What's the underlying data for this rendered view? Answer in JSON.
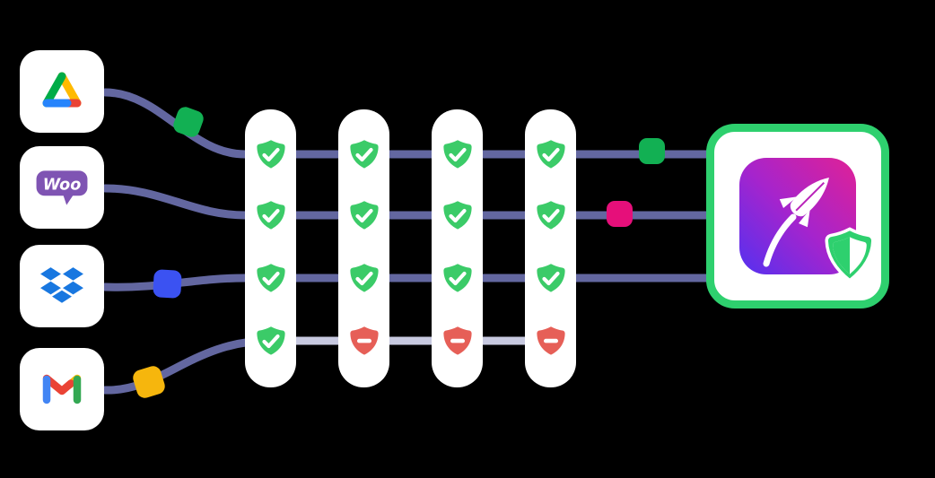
{
  "diagram": {
    "sources": [
      {
        "name": "google-drive",
        "icon": "google-drive-icon"
      },
      {
        "name": "woocommerce",
        "icon": "woocommerce-icon",
        "label": "Woo"
      },
      {
        "name": "dropbox",
        "icon": "dropbox-icon"
      },
      {
        "name": "gmail",
        "icon": "gmail-icon"
      }
    ],
    "filter_columns": [
      {
        "results": [
          "pass",
          "pass",
          "pass",
          "pass"
        ]
      },
      {
        "results": [
          "pass",
          "pass",
          "pass",
          "blocked"
        ]
      },
      {
        "results": [
          "pass",
          "pass",
          "pass",
          "blocked"
        ]
      },
      {
        "results": [
          "pass",
          "pass",
          "pass",
          "blocked"
        ]
      }
    ],
    "markers": [
      {
        "name": "packet-drive-green",
        "color": "#12b053"
      },
      {
        "name": "packet-dropbox-blue",
        "color": "#3b52f2"
      },
      {
        "name": "packet-gmail-yellow",
        "color": "#f6b60d"
      },
      {
        "name": "packet-inbound-green",
        "color": "#12b053"
      },
      {
        "name": "packet-inbound-pink",
        "color": "#e60f7a"
      }
    ],
    "colors": {
      "line_active": "#6367a0",
      "line_blocked": "#c7c9e0",
      "shield_pass": "#3bcb68",
      "shield_blocked": "#e65f57",
      "shield_glyph": "#ffffff",
      "destination_border": "#2ed06e",
      "destination_gradient_start": "#5431f0",
      "destination_gradient_mid": "#a524cd",
      "destination_gradient_end": "#e02196",
      "rocket_white": "#ffffff",
      "rocket_slit": "#b822b8"
    },
    "brand_colors": {
      "google_drive": {
        "green": "#00ac47",
        "yellow": "#ffba00",
        "blue": "#2684fc",
        "red": "#ea4335"
      },
      "woocommerce": {
        "purple": "#7f54b3",
        "text": "#ffffff"
      },
      "dropbox": {
        "blue": "#1877e0"
      },
      "gmail": {
        "blue": "#4285f4",
        "green": "#34a853",
        "red": "#ea4335",
        "yellow": "#fbbc04"
      }
    },
    "destination": {
      "name": "secured-app",
      "icon": "rocket-icon",
      "badge": "half-shield-badge"
    }
  }
}
